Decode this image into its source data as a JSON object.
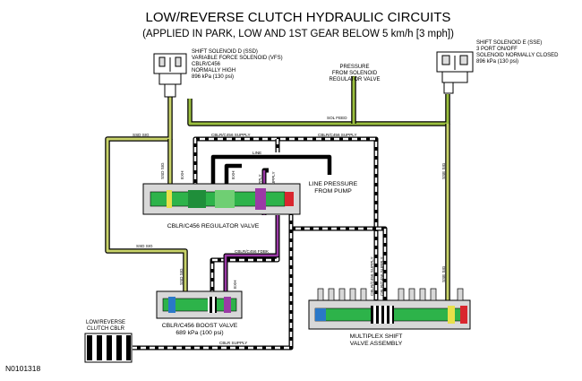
{
  "diagram": {
    "title": "LOW/REVERSE CLUTCH HYDRAULIC CIRCUITS",
    "subtitle": "(APPLIED IN PARK, LOW AND 1ST GEAR BELOW 5 km/h [3 mph])",
    "figure_id": "N0101318",
    "ssd": {
      "line1": "SHIFT SOLENOID D (SSD)",
      "line2": "VARIABLE FORCE SOLENOID (VFS)",
      "line3": "CBLR/C456",
      "line4": "NORMALLY HIGH",
      "line5": "896 kPa (130 psi)"
    },
    "sse": {
      "line1": "SHIFT SOLENOID E (SSE)",
      "line2": "3 PORT ON/OFF",
      "line3": "SOLENOID NORMALLY CLOSED",
      "line4": "896 kPa (130 psi)"
    },
    "pressure_from_solenoid": {
      "line1": "PRESSURE",
      "line2": "FROM SOLENOID",
      "line3": "REGULATOR VALVE"
    },
    "line_pressure": {
      "line1": "LINE PRESSURE",
      "line2": "FROM PUMP"
    },
    "regulator_valve": "CBLR/C456 REGULATOR VALVE",
    "boost_valve": {
      "line1": "CBLR/C456 BOOST VALVE",
      "line2": "689 kPa (100 psi)"
    },
    "multiplex_valve": {
      "line1": "MULTIPLEX SHIFT",
      "line2": "VALVE ASSEMBLY"
    },
    "clutch": {
      "line1": "LOW/REVERSE",
      "line2": "CLUTCH CBLR"
    },
    "passages": {
      "sol_feed": "SOL FEED",
      "ssd_sig": "SSD SIG",
      "sse_sig": "SSE SIG",
      "cblr_supply": "CBLR/C456 SUPPLY",
      "line": "LINE",
      "exh": "EXH",
      "cblr_fdbk": "CBLR/C456 FDBK",
      "cblr_supply_short": "CBLR SUPPLY"
    },
    "colors": {
      "sol_feed": "#9bbf3f",
      "line_pressure": "#000000",
      "fdbk": "#9b3aa6",
      "valve_land": "#2db34a",
      "valve_end_red": "#d9262e",
      "valve_blue": "#2a78c8",
      "valve_yellow": "#e8e04a",
      "body_gray": "#d8d8d8"
    }
  }
}
